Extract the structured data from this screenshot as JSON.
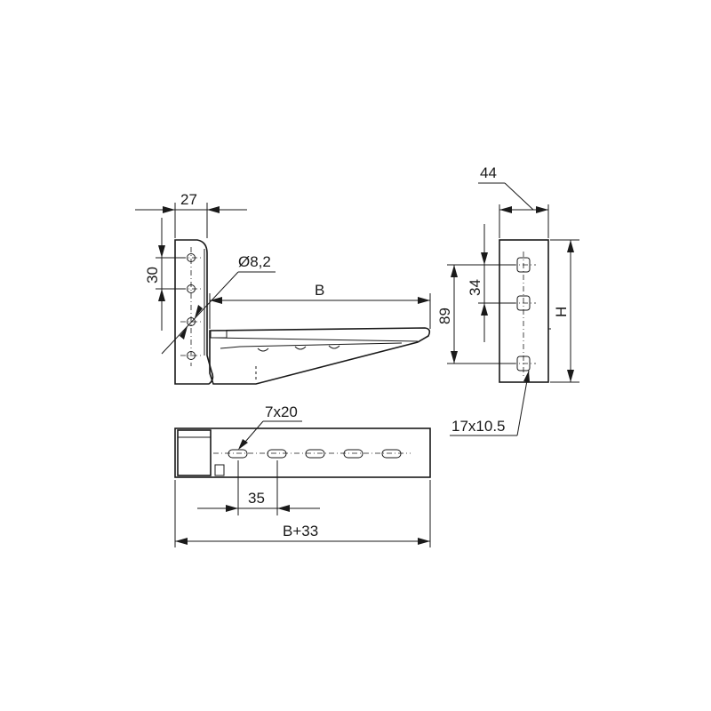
{
  "dimensions": {
    "side_width": "27",
    "hole_pitch": "30",
    "hole_diameter": "Ø8,2",
    "length": "B",
    "end_width": "44",
    "slot_pitch": "34",
    "end_hole_span": "89",
    "height": "H",
    "end_slot": "17x10.5",
    "top_slot": "7x20",
    "top_slot_pitch": "35",
    "overall_length": "B+33"
  }
}
